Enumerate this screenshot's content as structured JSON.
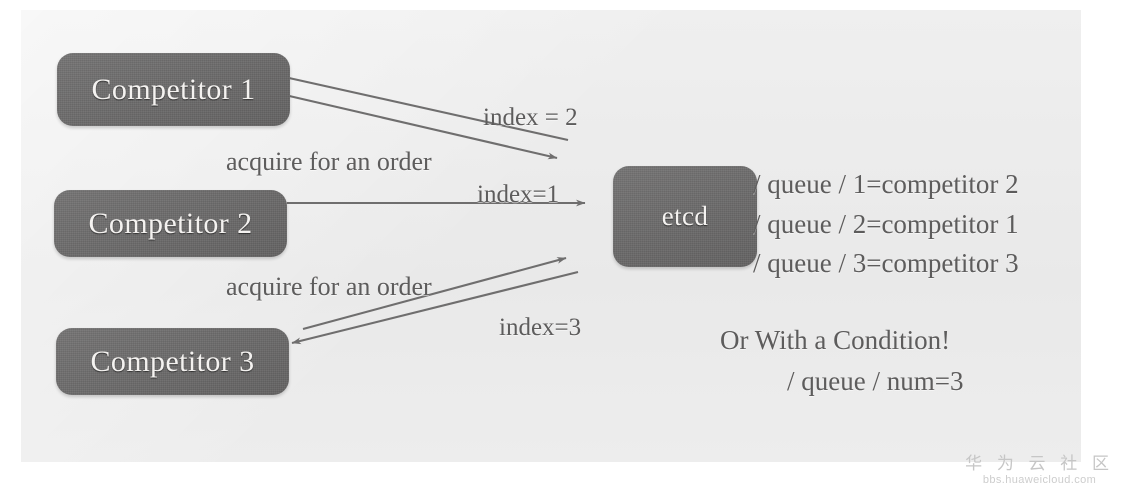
{
  "diagram": {
    "title": "etcd distributed queue / lock ordering diagram",
    "background_color": "#ececec",
    "node_color": "#6c6b6b",
    "text_color": "#5d5c5c",
    "nodes": [
      {
        "id": "competitor1",
        "label": "Competitor 1"
      },
      {
        "id": "competitor2",
        "label": "Competitor 2"
      },
      {
        "id": "competitor3",
        "label": "Competitor 3"
      },
      {
        "id": "etcd",
        "label": "etcd"
      }
    ],
    "edge_labels": {
      "index2": "index = 2",
      "acquire_1": "acquire for an order",
      "index1": "index=1",
      "acquire_2": "acquire for an order",
      "index3": "index=3"
    },
    "queue_entries": [
      "/ queue / 1=competitor 2",
      "/ queue / 2=competitor 1",
      "/ queue / 3=competitor 3"
    ],
    "condition": {
      "heading": "Or With a Condition!",
      "value": "/ queue / num=3"
    }
  },
  "watermark": {
    "brand_cn": "华 为 云 社 区",
    "url": "bbs.huaweicloud.com"
  }
}
